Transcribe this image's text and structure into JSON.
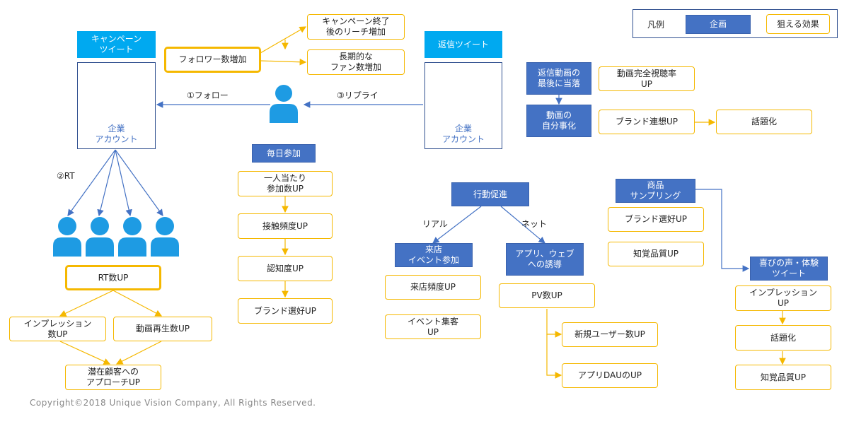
{
  "legend": {
    "title": "凡例",
    "plan": "企画",
    "effect": "狙える効果"
  },
  "left": {
    "campaign_tweet": "キャンペーン\nツイート",
    "company_account": "企業\nアカウント",
    "follower_increase": "フォロワー数増加",
    "reach_after": "キャンペーン終了\n後のリーチ増加",
    "long_fans": "長期的な\nファン数増加",
    "follow_label": "①フォロー",
    "rt_label": "②RT",
    "rt_up": "RT数UP",
    "impression_up": "インプレッション\n数UP",
    "video_plays_up": "動画再生数UP",
    "approach_up": "潜在顧客への\nアプローチUP"
  },
  "middle": {
    "reply_tweet": "返信ツイート",
    "company_account": "企業\nアカウント",
    "reply_label": "③リプライ",
    "daily": "毎日参加",
    "per_person": "一人当たり\n参加数UP",
    "contact_freq": "接触頻度UP",
    "awareness": "認知度UP",
    "brand_pref": "ブランド選好UP"
  },
  "reply_video": {
    "at_end": "返信動画の\n最後に当落",
    "complete_rate": "動画完全視聴率\nUP",
    "self_relevance": "動画の\n自分事化",
    "brand_assoc": "ブランド連想UP",
    "buzz": "話題化"
  },
  "action": {
    "promote": "行動促進",
    "real_label": "リアル",
    "net_label": "ネット",
    "store_event": "来店\nイベント参加",
    "app_web": "アプリ、ウェブ\nへの誘導",
    "store_freq": "来店頻度UP",
    "event_attract": "イベント集客\nUP",
    "pv_up": "PV数UP",
    "new_users": "新規ユーザー数UP",
    "app_dau": "アプリDAUのUP"
  },
  "sampling": {
    "product_sampling": "商品\nサンプリング",
    "brand_pref": "ブランド選好UP",
    "perceived_quality": "知覚品質UP",
    "joy_voice": "喜びの声・体験\nツイート",
    "impression_up": "インプレッション\nUP",
    "buzz": "話題化",
    "perceived_quality2": "知覚品質UP"
  },
  "copyright": "Copyright©2018 Unique Vision Company, All Rights Reserved.",
  "colors": {
    "plan_blue": "#4472c4",
    "tweet_cyan": "#00a9f0",
    "effect_yellow": "#f5b800",
    "person_blue": "#1e9be3"
  }
}
